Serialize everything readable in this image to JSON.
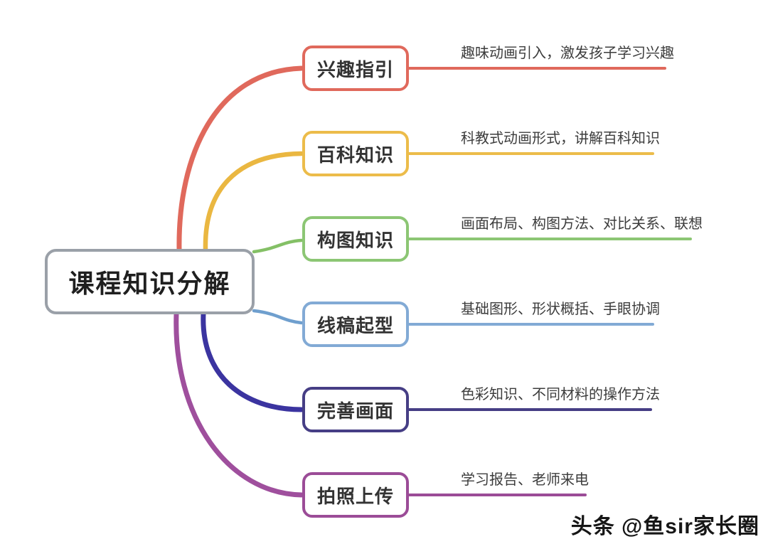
{
  "diagram": {
    "type": "mindmap",
    "root": {
      "label": "课程知识分解",
      "border_color": "#9aa0a8",
      "text_color": "#1f1f1f"
    },
    "branches": [
      {
        "label": "兴趣指引",
        "description": "趣味动画引入，激发孩子学习兴趣",
        "color": "#e0695c",
        "curve_color": "#e0695c"
      },
      {
        "label": "百科知识",
        "description": "科教式动画形式，讲解百科知识",
        "color": "#ecbc4a",
        "curve_color": "#eab741"
      },
      {
        "label": "构图知识",
        "description": "画面布局、构图方法、对比关系、联想",
        "color": "#8cc674",
        "curve_color": "#84c066"
      },
      {
        "label": "线稿起型",
        "description": "基础图形、形状概括、手眼协调",
        "color": "#82aad5",
        "curve_color": "#6f9fce"
      },
      {
        "label": "完善画面",
        "description": "色彩知识、不同材料的操作方法",
        "color": "#463e85",
        "curve_color": "#3b34a0"
      },
      {
        "label": "拍照上传",
        "description": "学习报告、老师来电",
        "color": "#9b4c97",
        "curve_color": "#9f4f9d"
      }
    ],
    "watermark": "头条 @鱼sir家长圈"
  }
}
